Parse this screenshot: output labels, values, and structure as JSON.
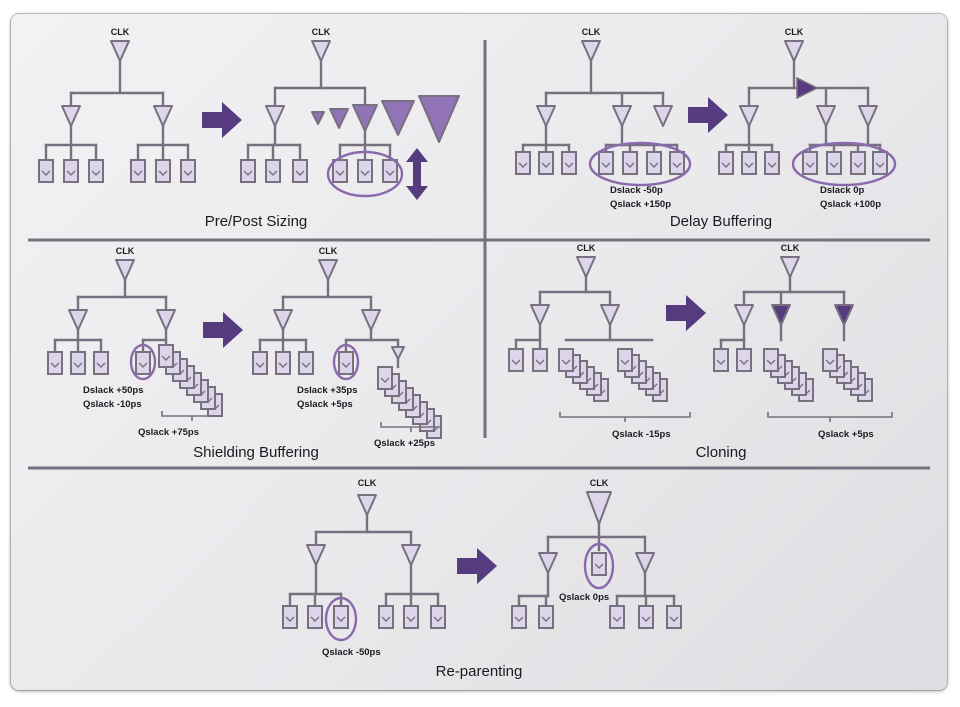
{
  "colors": {
    "wire": "#77707f",
    "buffer_fill": "#ddd6ea",
    "sink_fill": "#ddd6ea",
    "accent": "#563c7f",
    "accent_light": "#9273b5",
    "circle": "#8a6aad",
    "divider": "#77707f"
  },
  "clk_label": "CLK",
  "sections": {
    "pre_post_sizing": {
      "caption": "Pre/Post Sizing"
    },
    "delay_buffering": {
      "caption": "Delay Buffering",
      "before_dslack": "Dslack -50p",
      "before_qslack": "Qslack +150p",
      "after_dslack": "Dslack 0p",
      "after_qslack": "Qslack +100p"
    },
    "shielding_buffering": {
      "caption": "Shielding Buffering",
      "before_dslack": "Dslack +50ps",
      "before_qslack": "Qslack -10ps",
      "before_group_qslack": "Qslack +75ps",
      "after_dslack": "Dslack +35ps",
      "after_qslack": "Qslack +5ps",
      "after_group_qslack": "Qslack +25ps"
    },
    "cloning": {
      "caption": "Cloning",
      "before_group_qslack": "Qslack -15ps",
      "after_group_qslack": "Qslack +5ps"
    },
    "re_parenting": {
      "caption": "Re-parenting",
      "before_qslack": "Qslack -50ps",
      "after_qslack": "Qslack 0ps"
    }
  }
}
